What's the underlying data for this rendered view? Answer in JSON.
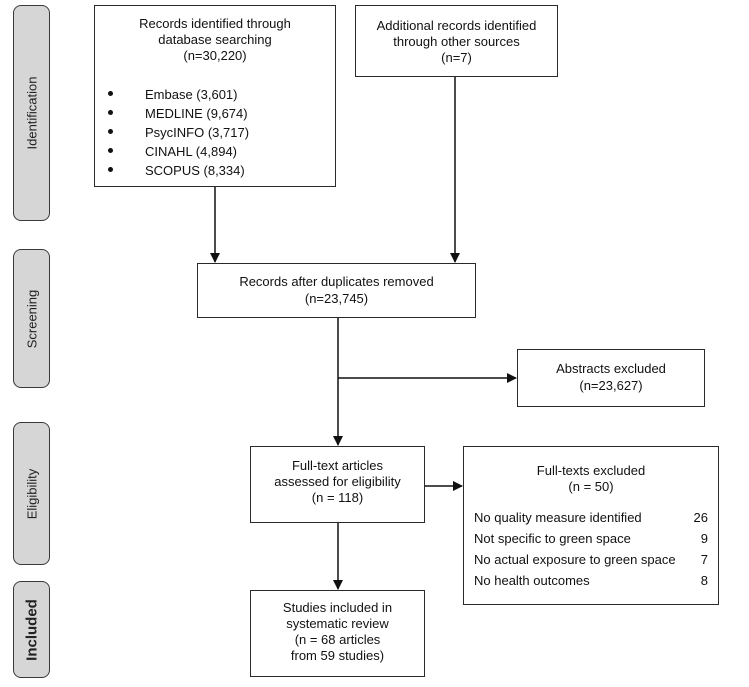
{
  "stages": {
    "identification": "Identification",
    "screening": "Screening",
    "eligibility": "Eligibility",
    "included": "Included"
  },
  "boxes": {
    "database_search": {
      "line1": "Records identified through",
      "line2": "database searching",
      "line3": "(n=30,220)",
      "sources": [
        "Embase (3,601)",
        "MEDLINE (9,674)",
        "PsycINFO (3,717)",
        "CINAHL (4,894)",
        "SCOPUS (8,334)"
      ]
    },
    "other_sources": {
      "line1": "Additional records identified",
      "line2": "through other sources",
      "line3": "(n=7)"
    },
    "duplicates_removed": {
      "line1": "Records after duplicates removed",
      "line2": "(n=23,745)"
    },
    "abstracts_excluded": {
      "line1": "Abstracts excluded",
      "line2": "(n=23,627)"
    },
    "full_text_assessed": {
      "line1": "Full-text articles",
      "line2": "assessed for eligibility",
      "line3": "(n = 118)"
    },
    "full_texts_excluded": {
      "line1": "Full-texts excluded",
      "line2": "(n = 50)",
      "reasons": [
        {
          "label": "No quality measure identified",
          "count": "26"
        },
        {
          "label": "Not specific to green space",
          "count": "9"
        },
        {
          "label": "No actual exposure to green space",
          "count": "7"
        },
        {
          "label": "No health outcomes",
          "count": "8"
        }
      ]
    },
    "studies_included": {
      "line1": "Studies included in",
      "line2": "systematic review",
      "line3": "(n = 68 articles",
      "line4": "from 59 studies)"
    }
  },
  "colors": {
    "stage_fill": "#d6d6d6",
    "border": "#2a2a2a",
    "text": "#111111"
  }
}
